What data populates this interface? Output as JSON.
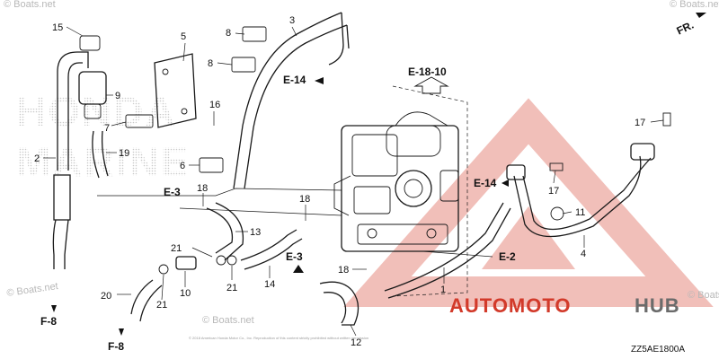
{
  "watermarks": [
    "© Boats.net",
    "© Boats.net",
    "© Boats.net",
    "© Boats.net",
    "© Boats.net"
  ],
  "direction_label": "FR.",
  "reference_labels": {
    "e1810": "E-18-10",
    "e14_top": "E-14",
    "e14_right": "E-14",
    "e3_left": "E-3",
    "e3_mid": "E-3",
    "e2": "E-2",
    "f8_top": "F-8",
    "f8_bottom": "F-8"
  },
  "part_numbers": {
    "p15": "15",
    "p5": "5",
    "p3": "3",
    "p8a": "8",
    "p8b": "8",
    "p9": "9",
    "p7": "7",
    "p16": "16",
    "p2": "2",
    "p19": "19",
    "p6": "6",
    "p18a": "18",
    "p13": "13",
    "p18b": "18",
    "p21a": "21",
    "p10": "10",
    "p21b": "21",
    "p14": "14",
    "p20": "20",
    "p21c": "21",
    "p18c": "18",
    "p12": "12",
    "p1": "1",
    "p17a": "17",
    "p17b": "17",
    "p11": "11",
    "p4": "4"
  },
  "brand_ghost": [
    "HONDA",
    "MARINE"
  ],
  "logo": {
    "part_a": "AUTOMOTO",
    "part_b": "HUB"
  },
  "copyright_line": "© 2018 American Honda Motor Co., Inc. Reproduction of this content strictly prohibited without written permission",
  "diagram_code": "ZZ5AE1800A",
  "colors": {
    "logo_red": "#d23a2a",
    "logo_gray": "#6b6b6b",
    "line": "#1a1a1a"
  }
}
